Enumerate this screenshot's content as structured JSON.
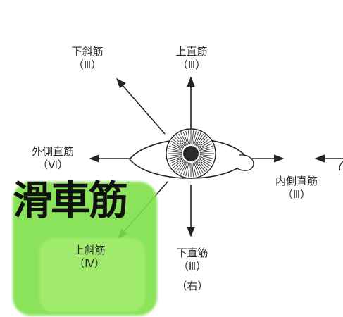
{
  "labels": {
    "inferior_oblique": {
      "name": "下斜筋",
      "nerve": "（Ⅲ）"
    },
    "superior_rectus": {
      "name": "上直筋",
      "nerve": "（Ⅲ）"
    },
    "lateral_rectus": {
      "name": "外側直筋",
      "nerve": "（Ⅵ）"
    },
    "medial_rectus": {
      "name": "内側直筋",
      "nerve": "（Ⅲ）"
    },
    "superior_oblique": {
      "name": "上斜筋",
      "nerve": "（Ⅳ）"
    },
    "inferior_rectus": {
      "name": "下直筋",
      "nerve": "（Ⅲ）",
      "side": "（右）"
    }
  },
  "overlay": {
    "title": "滑車筋",
    "highlight_color": "#7fe04a"
  }
}
